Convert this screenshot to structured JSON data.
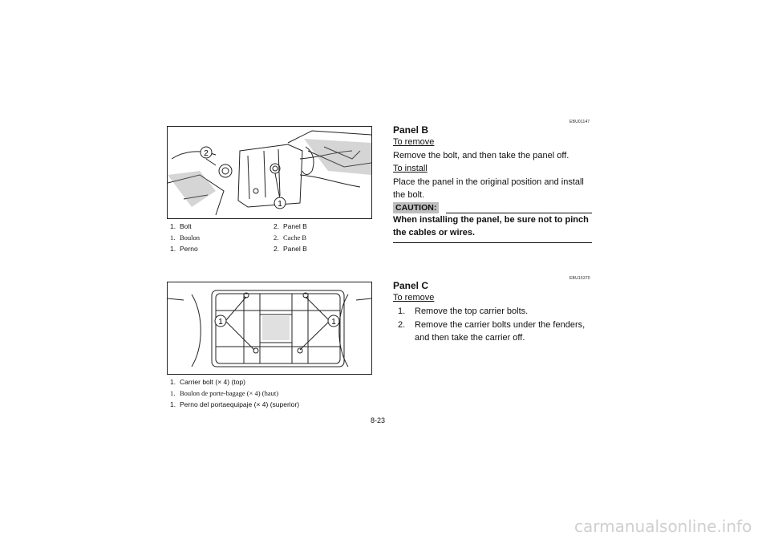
{
  "figure_top": {
    "callouts": [
      "2",
      "1"
    ],
    "captions_en": [
      {
        "num": "1.",
        "text": "Bolt"
      },
      {
        "num": "2.",
        "text": "Panel B"
      }
    ],
    "captions_fr": [
      {
        "num": "1.",
        "text": "Boulon"
      },
      {
        "num": "2.",
        "text": "Cache B"
      }
    ],
    "captions_es": [
      {
        "num": "1.",
        "text": "Perno"
      },
      {
        "num": "2.",
        "text": "Panel B"
      }
    ]
  },
  "figure_bottom": {
    "callouts": [
      "1",
      "1"
    ],
    "caption_en": {
      "num": "1.",
      "text": "Carrier bolt (× 4) (top)"
    },
    "caption_fr": {
      "num": "1.",
      "text": "Boulon de porte-bagage (× 4) (haut)"
    },
    "caption_es": {
      "num": "1.",
      "text": "Perno del portaequipaje (× 4) (superior)"
    }
  },
  "panel_b": {
    "code": "EBU01147",
    "title": "Panel B",
    "remove_label": "To remove",
    "remove_text": "Remove the bolt, and then take the panel off.",
    "install_label": "To install",
    "install_text": "Place the panel in the original position and install the bolt.",
    "caution_label": "CAUTION:",
    "caution_text": "When installing the panel, be sure not to pinch the cables or wires."
  },
  "panel_c": {
    "code": "EBU15370",
    "title": "Panel C",
    "remove_label": "To remove",
    "steps": [
      {
        "num": "1.",
        "text": "Remove the top carrier bolts."
      },
      {
        "num": "2.",
        "text": "Remove the carrier bolts under the fenders, and then take the carrier off."
      }
    ]
  },
  "page_number": "8-23",
  "watermark": "carmanualsonline.info"
}
